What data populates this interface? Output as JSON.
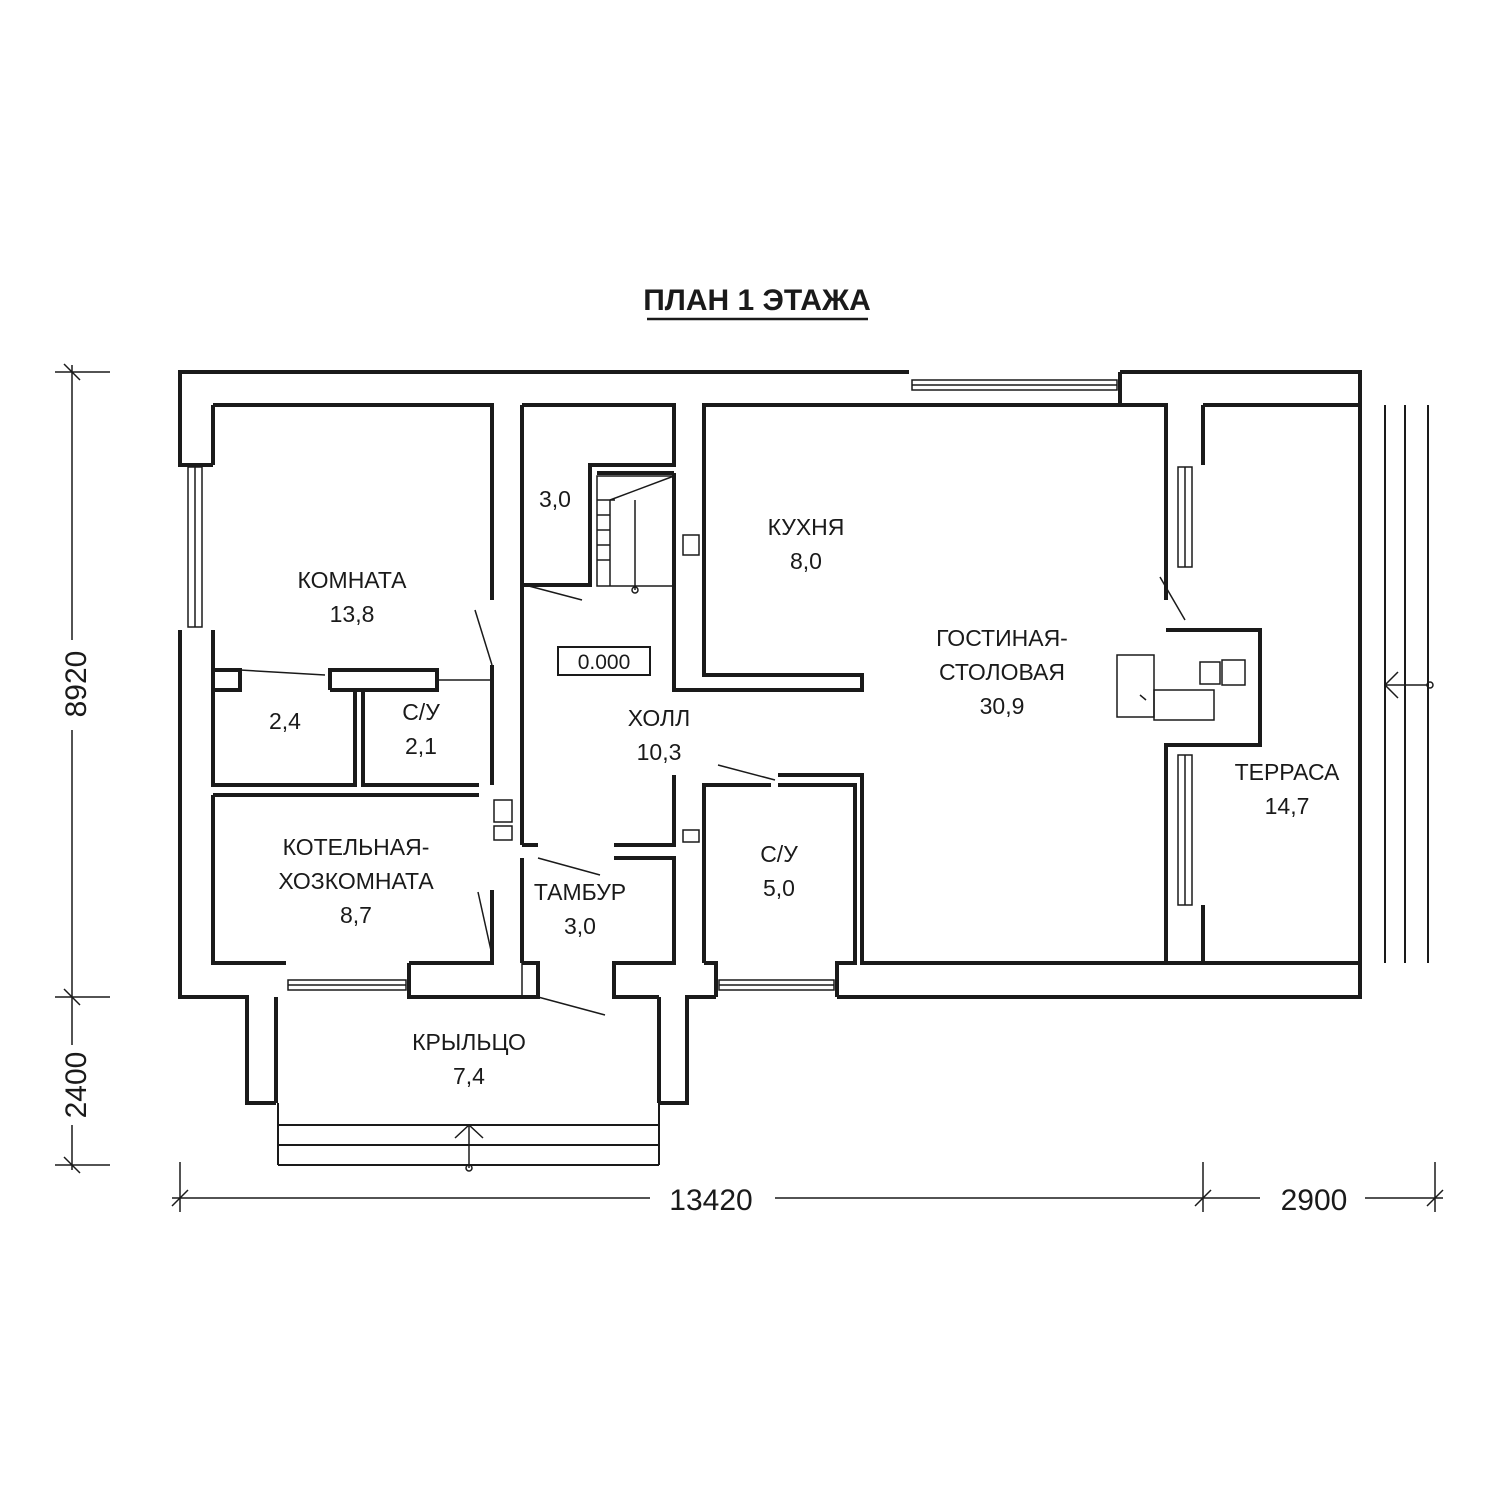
{
  "plan": {
    "title": "ПЛАН 1 ЭТАЖА",
    "level_mark": "0.000",
    "rooms": [
      {
        "id": "komnata",
        "name_lines": [
          "КОМНАТА"
        ],
        "area": "13,8"
      },
      {
        "id": "storage-3",
        "name_lines": [],
        "area": "3,0"
      },
      {
        "id": "kukhnya",
        "name_lines": [
          "КУХНЯ"
        ],
        "area": "8,0"
      },
      {
        "id": "gostinaya",
        "name_lines": [
          "ГОСТИНАЯ-",
          "СТОЛОВАЯ"
        ],
        "area": "30,9"
      },
      {
        "id": "closet-24",
        "name_lines": [],
        "area": "2,4"
      },
      {
        "id": "su-small",
        "name_lines": [
          "С/У"
        ],
        "area": "2,1"
      },
      {
        "id": "kholl",
        "name_lines": [
          "ХОЛЛ"
        ],
        "area": "10,3"
      },
      {
        "id": "terrasa",
        "name_lines": [
          "ТЕРРАСА"
        ],
        "area": "14,7"
      },
      {
        "id": "kotelnaya",
        "name_lines": [
          "КОТЕЛЬНАЯ-",
          "ХОЗКОМНАТА"
        ],
        "area": "8,7"
      },
      {
        "id": "tambur",
        "name_lines": [
          "ТАМБУР"
        ],
        "area": "3,0"
      },
      {
        "id": "su-large",
        "name_lines": [
          "С/У"
        ],
        "area": "5,0"
      },
      {
        "id": "krylco",
        "name_lines": [
          "КРЫЛЬЦО"
        ],
        "area": "7,4"
      }
    ],
    "dimensions": {
      "height_main": "8920",
      "height_porch": "2400",
      "width_main": "13420",
      "width_terrace": "2900"
    }
  }
}
